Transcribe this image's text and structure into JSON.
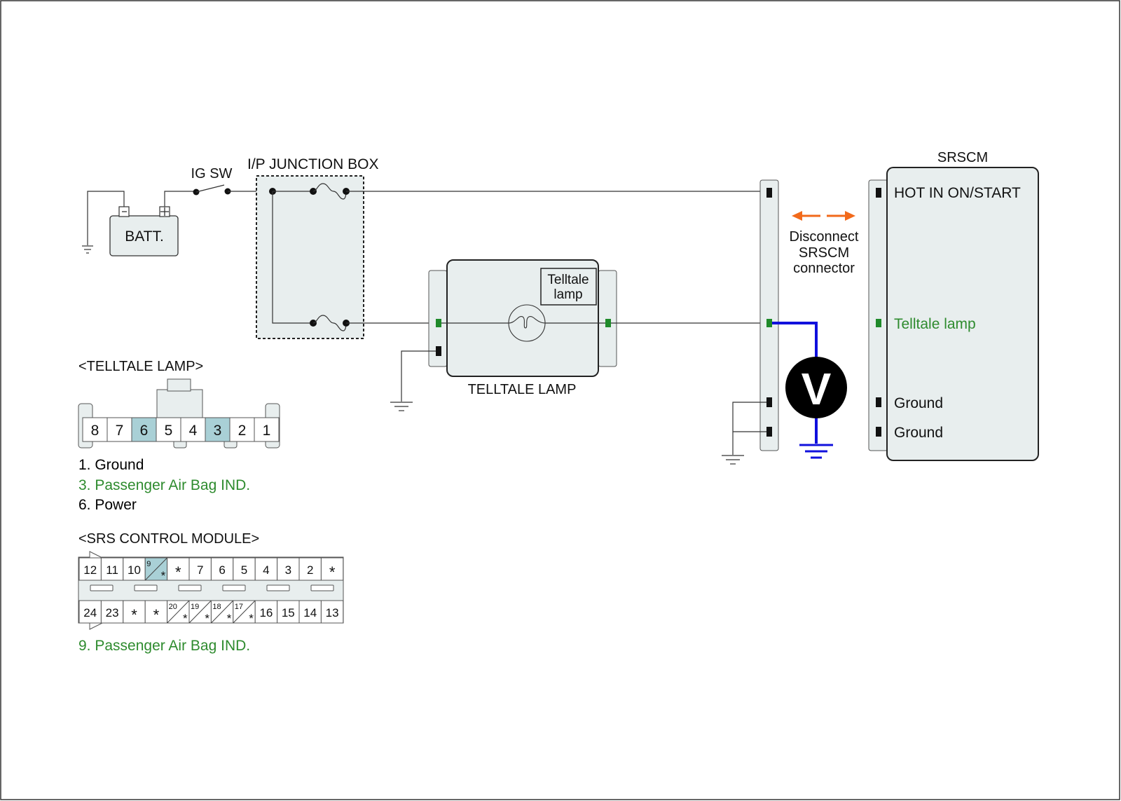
{
  "labels": {
    "ig_sw": "IG SW",
    "jbox": "I/P JUNCTION BOX",
    "batt": "BATT.",
    "srscm": "SRSCM",
    "hot": "HOT IN ON/START",
    "telltale_pin": "Telltale lamp",
    "ground1": "Ground",
    "ground2": "Ground",
    "telltale_lamp_box_l1": "Telltale",
    "telltale_lamp_box_l2": "lamp",
    "telltale_lamp_caption": "TELLTALE LAMP",
    "disconnect_l1": "Disconnect",
    "disconnect_l2": "SRSCM",
    "disconnect_l3": "connector",
    "voltmeter": "V"
  },
  "telltale_connector": {
    "title": "<TELLTALE LAMP>",
    "pins": [
      "8",
      "7",
      "6",
      "5",
      "4",
      "3",
      "2",
      "1"
    ],
    "highlighted": [
      "6",
      "3"
    ],
    "legend": [
      {
        "text": "1. Ground",
        "color": "#000000"
      },
      {
        "text": "3. Passenger Air Bag IND.",
        "color": "#2e8b2e"
      },
      {
        "text": "6. Power",
        "color": "#000000"
      }
    ]
  },
  "srs_connector": {
    "title": "<SRS CONTROL MODULE>",
    "top_row": [
      "12",
      "11",
      "10",
      "9",
      "*",
      "7",
      "6",
      "5",
      "4",
      "3",
      "2",
      "*"
    ],
    "bottom_row": [
      "24",
      "23",
      "*",
      "*",
      "20",
      "19",
      "18",
      "17",
      "16",
      "15",
      "14",
      "13"
    ],
    "diag_top": [
      "9"
    ],
    "diag_bottom": [
      "20",
      "19",
      "18",
      "17"
    ],
    "highlighted": [
      "9"
    ],
    "diag_mark": "*",
    "legend": [
      {
        "text": "9. Passenger Air Bag IND.",
        "color": "#2e8b2e"
      }
    ]
  },
  "colors": {
    "wire": "#333333",
    "highlight_wire": "#1010dd",
    "green_terminal": "#1f8a2a",
    "green_text": "#2e8b2e",
    "orange_arrow": "#f26a1b",
    "box_fill": "#e8eeee",
    "pin_highlight": "#a9d0d6"
  }
}
